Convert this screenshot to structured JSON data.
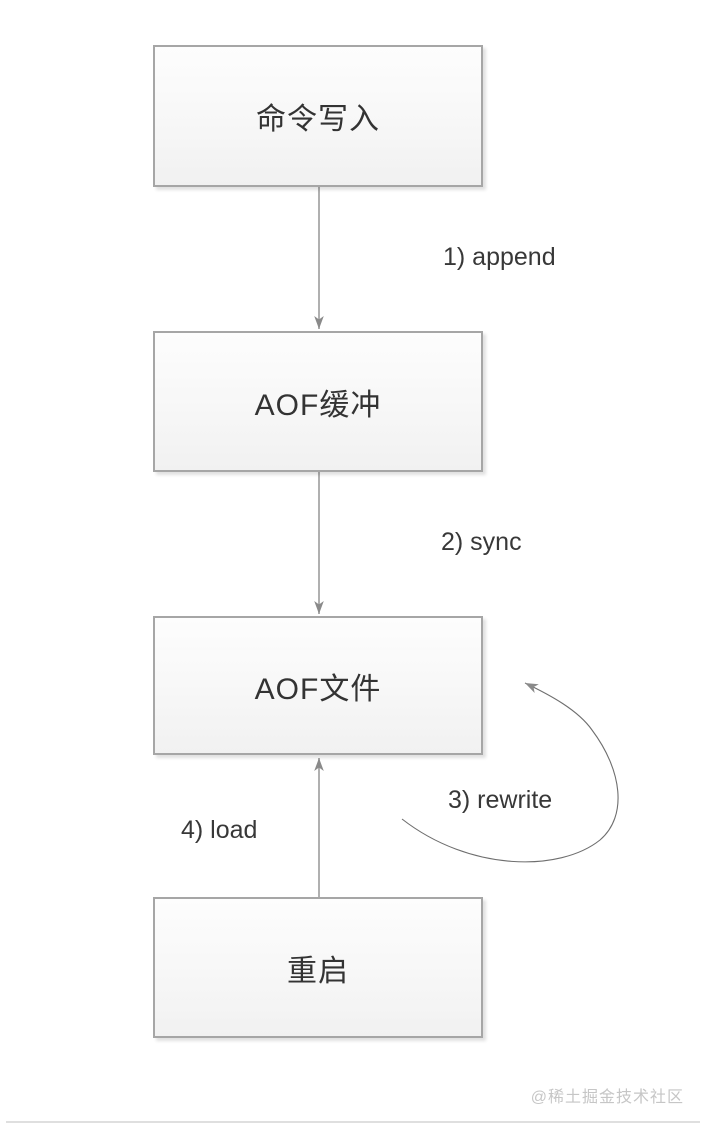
{
  "diagram": {
    "type": "flowchart",
    "topic": "Redis AOF persistence flow",
    "nodes": [
      {
        "id": "command-write",
        "label": "命令写入"
      },
      {
        "id": "aof-buffer",
        "label": "AOF缓冲"
      },
      {
        "id": "aof-file",
        "label": "AOF文件"
      },
      {
        "id": "restart",
        "label": "重启"
      }
    ],
    "edges": [
      {
        "id": "append",
        "label": "1) append",
        "from": "command-write",
        "to": "aof-buffer",
        "style": "straight-down"
      },
      {
        "id": "sync",
        "label": "2) sync",
        "from": "aof-buffer",
        "to": "aof-file",
        "style": "straight-down"
      },
      {
        "id": "rewrite",
        "label": "3) rewrite",
        "from": "aof-file",
        "to": "aof-file",
        "style": "curved-loop"
      },
      {
        "id": "load",
        "label": "4) load",
        "from": "restart",
        "to": "aof-file",
        "style": "straight-up"
      }
    ],
    "colors": {
      "node_border": "#a6a6a6",
      "node_fill_top": "#fdfdfd",
      "node_fill_bottom": "#f1f1f1",
      "node_text": "#333333",
      "edge_line": "#9c9c9c",
      "edge_curve": "#6e6e6e",
      "arrowhead": "#8a8a8a",
      "label_text": "#383838"
    }
  },
  "footer": {
    "watermark": "@稀土掘金技术社区",
    "watermark_color": "#c6c6c6",
    "divider_color": "#dfdfdf"
  }
}
